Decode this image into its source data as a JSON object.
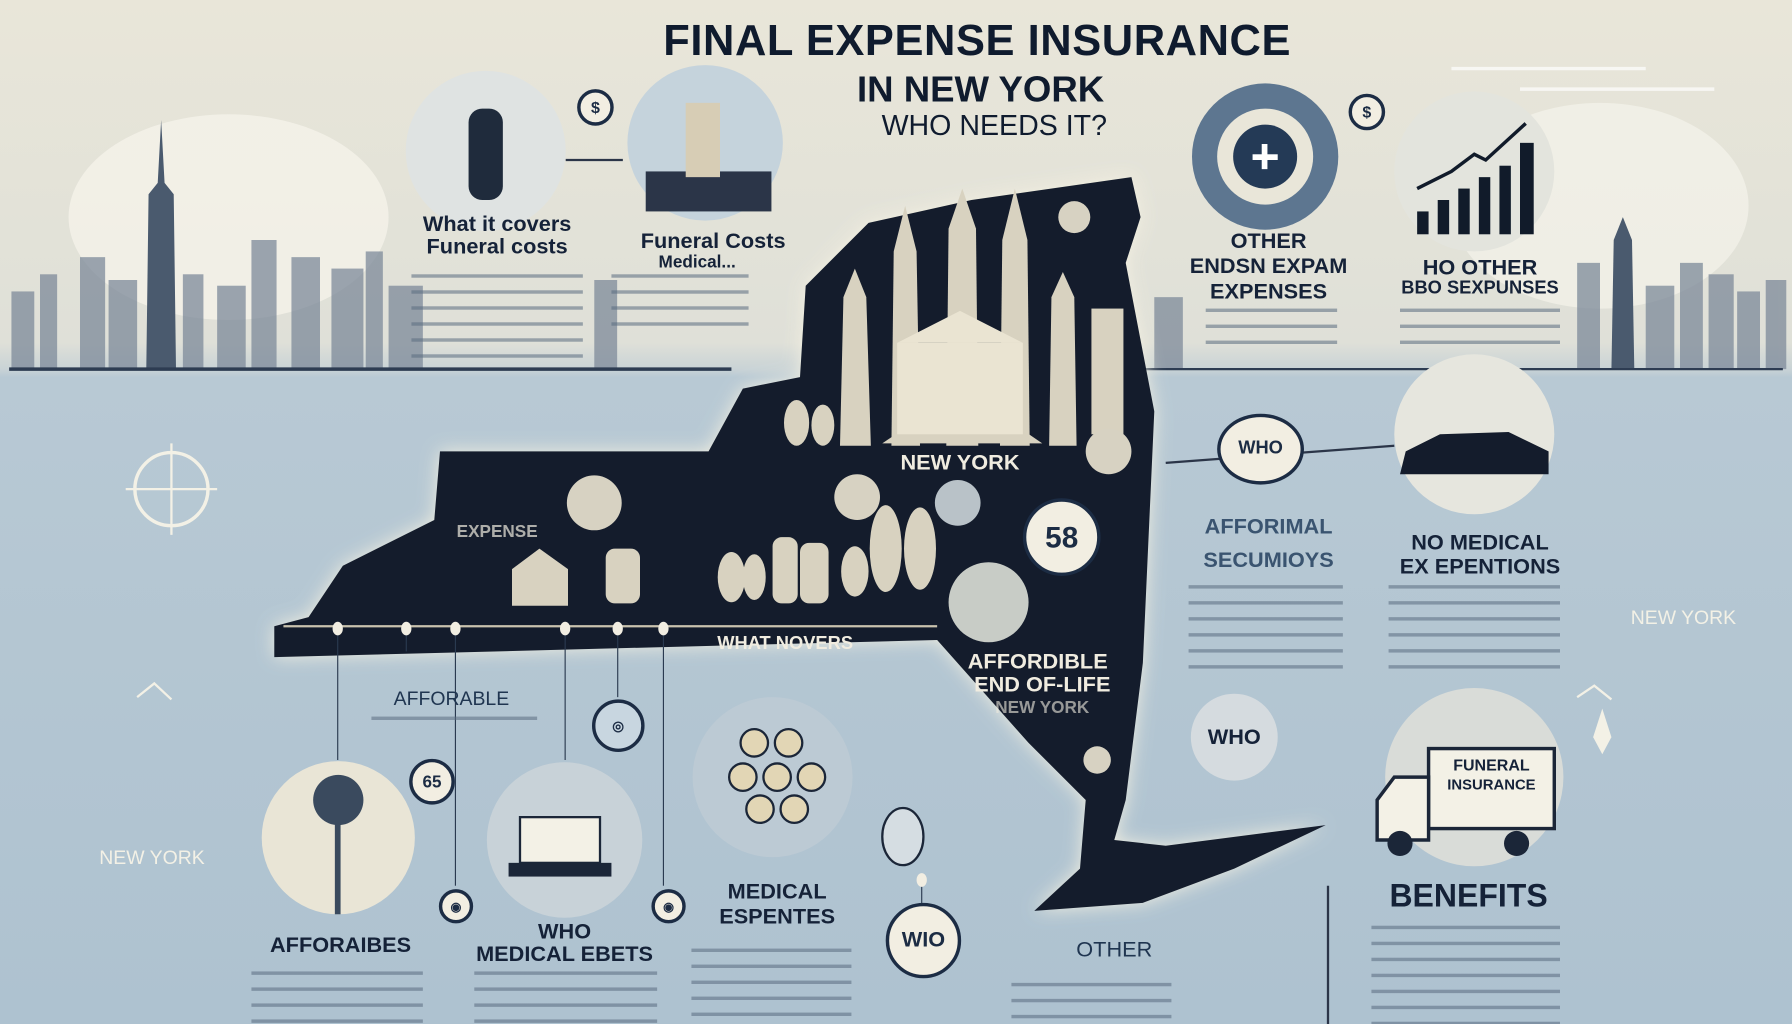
{
  "header": {
    "title": "FINAL EXPENSE INSURANCE",
    "subtitle": "IN NEW YORK",
    "tagline": "WHO NEEDS IT?"
  },
  "top_left": {
    "what_it_covers": "What it covers",
    "funeral_costs": "Funeral costs",
    "funeral_costs_2": "Funeral Costs",
    "medical": "Medical..."
  },
  "top_right": {
    "other": "Other",
    "other_2": "Endsn Expam",
    "expenses": "Expenses",
    "ho_other": "Ho other",
    "bbo_expenses": "BBO Sexpunses"
  },
  "map": {
    "state_label": "NEW YORK",
    "expense": "EXPENSE",
    "what_covers": "WHAT NOVERS",
    "affordable": "AFFORDIBLE",
    "end_of_life": "END OF-LIFE",
    "new_york": "NEW YORK",
    "badge_58": "58"
  },
  "right": {
    "who": "WHO",
    "affordable": "AFFORIMAL",
    "secumioys": "SECUMIOYS",
    "no_medical": "NO MEDICAL",
    "exemptions": "EX EPENTIONS",
    "new_york": "NEW YORK",
    "who_2": "WHO",
    "truck_label_1": "FUNERAL",
    "truck_label_2": "INSURANCE",
    "benefits": "BENEFITS"
  },
  "bottom": {
    "affordable": "AFFORABLE",
    "badge_65": "65",
    "new_york": "NEW YORK",
    "affordables": "AFFORAIBES",
    "who": "WHO",
    "medical_benefits": "MEDICAL EBETS",
    "medical": "MEDICAL",
    "expenses": "ESPENTES",
    "wio": "WIO",
    "other": "OTHER"
  },
  "colors": {
    "navy": "#152238",
    "cream": "#f2eee2",
    "sky": "#e9e6d9",
    "water": "#b8c9d4"
  }
}
